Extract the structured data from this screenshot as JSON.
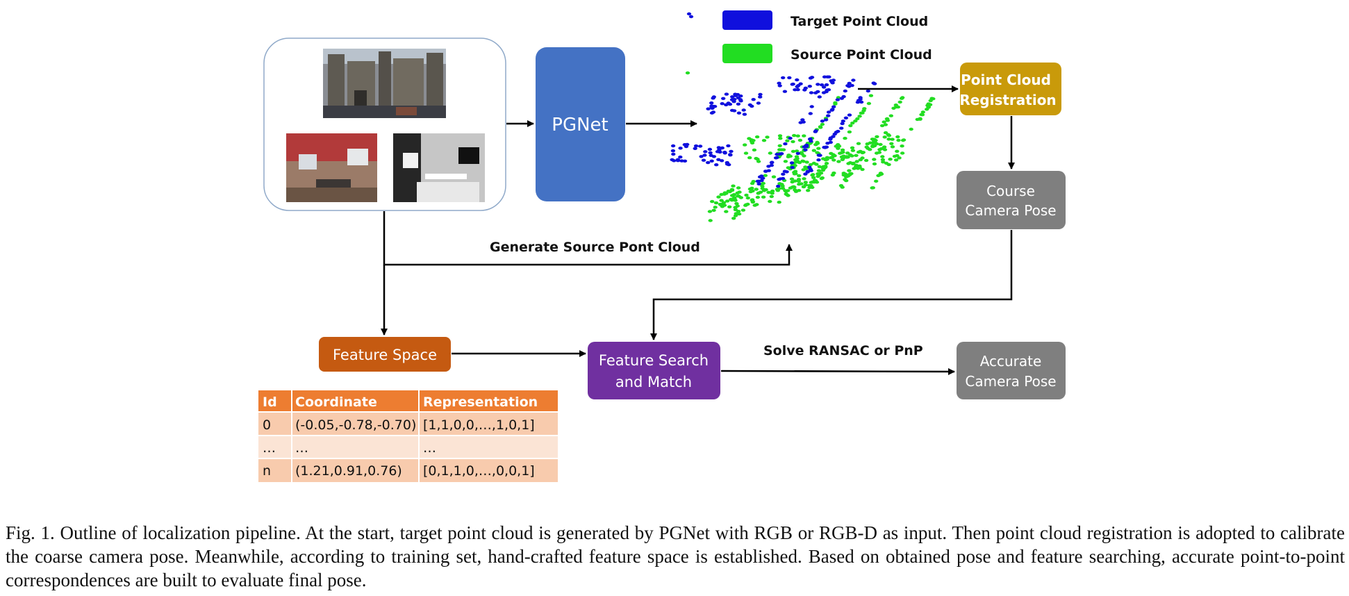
{
  "legend": {
    "target_label": "Target Point Cloud",
    "source_label": "Source Point Cloud",
    "target_color": "#1010dd",
    "source_color": "#22dd22"
  },
  "nodes": {
    "pgnet": "PGNet",
    "registration_line1": "Point Cloud",
    "registration_line2": "Registration",
    "coarse_line1": "Course",
    "coarse_line2": "Camera Pose",
    "feature_space": "Feature Space",
    "search_line1": "Feature Search",
    "search_line2": "and Match",
    "accurate_line1": "Accurate",
    "accurate_line2": "Camera Pose"
  },
  "edge_labels": {
    "generate_source": "Generate Source Pont Cloud",
    "solve": "Solve RANSAC or PnP"
  },
  "table": {
    "headers": [
      "Id",
      "Coordinate",
      "Representation"
    ],
    "rows": [
      [
        "0",
        "(-0.05,-0.78,-0.70)",
        "[1,1,0,0,…,1,0,1]"
      ],
      [
        "…",
        "…",
        "…"
      ],
      [
        "n",
        "(1.21,0.91,0.76)",
        "[0,1,1,0,…,0,0,1]"
      ]
    ]
  },
  "colors": {
    "pgnet": "#4472c4",
    "registration": "#c99a0a",
    "gray_node": "#7f7f7f",
    "feature_space": "#c55a11",
    "search": "#7030a0",
    "table_header": "#ed7d31",
    "table_row_a": "#f8cbad",
    "table_row_b": "#fbe4d5"
  },
  "caption": "Fig. 1.   Outline of localization pipeline. At the start, target point cloud is generated by PGNet with RGB or RGB-D as input. Then point cloud registration is adopted to calibrate the coarse camera pose. Meanwhile, according to training set, hand-crafted feature space is established. Based on obtained pose and feature searching, accurate point-to-point correspondences are built to evaluate final pose."
}
